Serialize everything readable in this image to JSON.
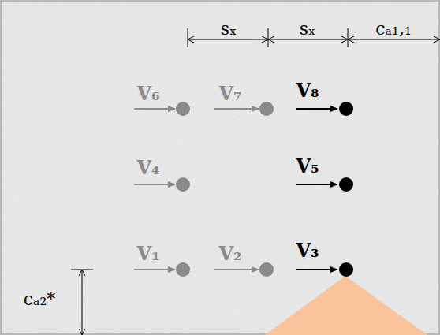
{
  "diagram": {
    "labels": [
      "sₓ",
      "sₓ",
      "cₐ₁,₁",
      "V₆",
      "V₇",
      "V₈",
      "V₄",
      "V₅",
      "V₁",
      "V₂",
      "V₃",
      "cₐ₂*"
    ]
  }
}
